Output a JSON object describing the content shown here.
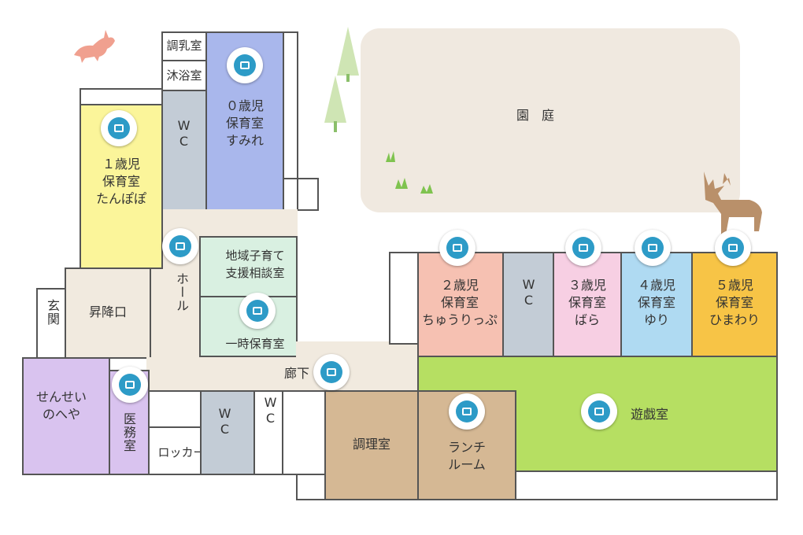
{
  "map": {
    "yard": "園　庭",
    "rooms": {
      "milk_room": "調乳室",
      "bath_room": "沐浴室",
      "wc_top": "WC",
      "age0": "０歳児\n保育室\nすみれ",
      "age1": "１歳児\n保育室\nたんぽぽ",
      "hall": "ホール",
      "consult": "地域子育て\n支援相談室",
      "temp_care": "一時保育室",
      "lift": "昇降口",
      "entrance": "玄関",
      "age2": "２歳児\n保育室\nちゅうりっぷ",
      "wc_mid": "WC",
      "age3": "３歳児\n保育室\nばら",
      "age4": "４歳児\n保育室\nゆり",
      "age5": "５歳児\n保育室\nひまわり",
      "corridor": "廊下",
      "teachers": "せんせい\nのへや",
      "medical": "医務室",
      "locker": "ロッカー室",
      "wc_a": "WC",
      "wc_b": "WC",
      "kitchen": "調理室",
      "lunch": "ランチ\nルーム",
      "playroom": "遊戯室"
    }
  },
  "colors": {
    "age0": "#a9b7ec",
    "age1": "#fbf59a",
    "wc": "#c3ccd6",
    "age2": "#f6c1b2",
    "age3": "#f7cfe3",
    "age4": "#afdaf2",
    "age5": "#f7c446",
    "consult": "#d9f0e1",
    "medical": "#d9c3ef",
    "kitchen": "#d5b894",
    "playroom": "#b6df62",
    "yard": "#f0e9e0",
    "corridor": "#f1eadf",
    "camera": "#2d9bc7"
  },
  "icons": [
    "camera-icon",
    "rabbit-icon",
    "deer-icon",
    "tree-icon",
    "grass-icon"
  ]
}
